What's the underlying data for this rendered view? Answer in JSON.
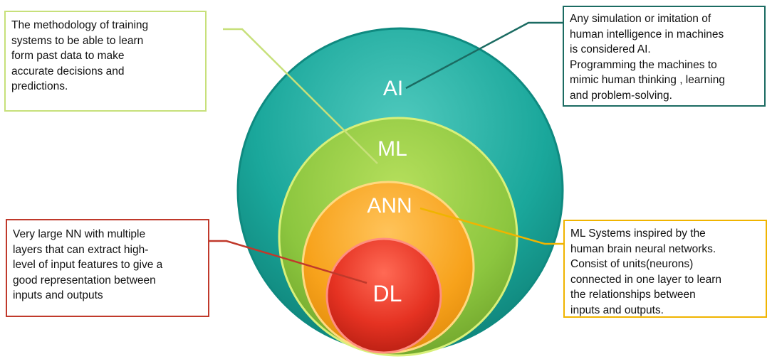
{
  "circles": {
    "ai": {
      "label": "AI",
      "color": "#1aa79b"
    },
    "ml": {
      "label": "ML",
      "color": "#8cc63f"
    },
    "ann": {
      "label": "ANN",
      "color": "#f7a21b"
    },
    "dl": {
      "label": "DL",
      "color": "#e53222"
    }
  },
  "boxes": {
    "ml": {
      "lines": [
        "The methodology of training",
        "systems to be able to learn",
        "form past data to make",
        "accurate decisions and",
        "predictions."
      ],
      "border_color": "#c7e07a"
    },
    "ai": {
      "lines": [
        "Any simulation or imitation  of",
        "human intelligence in machines",
        "is considered AI.",
        "Programming  the machines to",
        "mimic human thinking , learning",
        "and problem-solving."
      ],
      "border_color": "#1b6b62"
    },
    "dl": {
      "lines": [
        "Very large NN with multiple",
        "layers  that can extract high-",
        "level of input  features to give a",
        "good representation between",
        "inputs and outputs"
      ],
      "border_color": "#c0392b"
    },
    "ann": {
      "lines": [
        "ML Systems inspired by the",
        "human brain neural networks.",
        "Consist of units(neurons)",
        "connected in one layer to learn",
        "the relationships between",
        "inputs and outputs."
      ],
      "border_color": "#f0b400"
    }
  }
}
